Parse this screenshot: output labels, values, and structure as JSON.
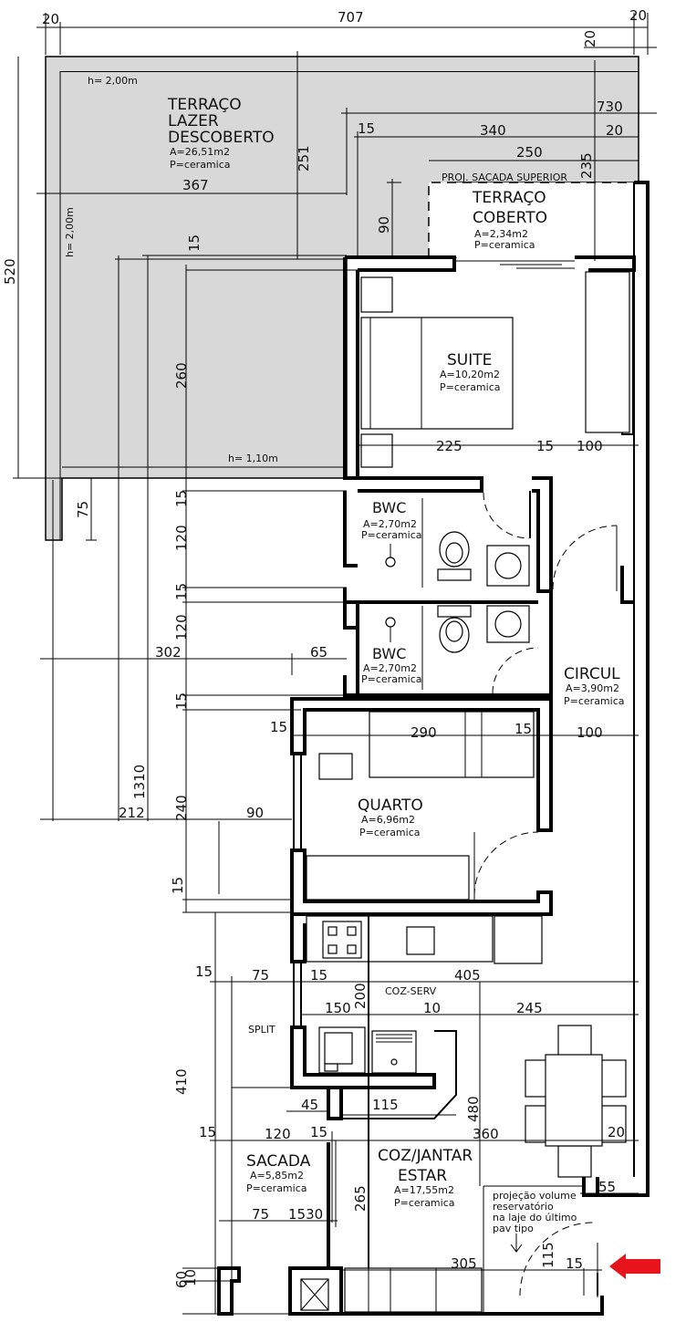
{
  "dimensions": {
    "top_20_left": "20",
    "top_707": "707",
    "top_20_right": "20",
    "right_20_top": "20",
    "d730": "730",
    "d15_a": "15",
    "d340": "340",
    "d20_b": "20",
    "d250": "250",
    "d235": "235",
    "d367": "367",
    "d251": "251",
    "d90_a": "90",
    "d15_b": "15",
    "d520": "520",
    "d260": "260",
    "d225": "225",
    "d15_c": "15",
    "d100_a": "100",
    "d75_a": "75",
    "d15_d": "15",
    "d120_a": "120",
    "d15_e": "15",
    "d120_b": "120",
    "d302": "302",
    "d65": "65",
    "d15_f": "15",
    "d15_g": "15",
    "d290": "290",
    "d15_h": "15",
    "d100_b": "100",
    "d1310": "1310",
    "d212": "212",
    "d240": "240",
    "d90_b": "90",
    "d15_i": "15",
    "d15_j": "15",
    "d75_b": "75",
    "d15_k": "15",
    "d405": "405",
    "d200": "200",
    "d150": "150",
    "d10": "10",
    "d245": "245",
    "d410": "410",
    "d45": "45",
    "d115_a": "115",
    "d480": "480",
    "d15_l": "15",
    "d120_c": "120",
    "d15_m": "15",
    "d360": "360",
    "d20_c": "20",
    "d55": "55",
    "d265": "265",
    "d75_c": "75",
    "d1530": "1530",
    "d10_b": "10",
    "d60": "60",
    "d305": "305",
    "d115_b": "115",
    "d15_n": "15"
  },
  "labels": {
    "h_200_top": "h= 2,00m",
    "h_200_side": "h= 2,00m",
    "h_110": "h= 1,10m",
    "proj_sacada": "PROJ. SACADA SUPERIOR",
    "coz_serv": "COZ-SERV",
    "split": "SPLIT",
    "proj_line1": "projeção volume",
    "proj_line2": "reservatório",
    "proj_line3": "na laje do último",
    "proj_line4": "pav tipo"
  },
  "rooms": {
    "terraco_lazer": {
      "line1": "TERRAÇO",
      "line2": "LAZER",
      "line3": "DESCOBERTO",
      "area": "A=26,51m2",
      "floor": "P=ceramica"
    },
    "terraco_coberto": {
      "line1": "TERRAÇO",
      "line2": "COBERTO",
      "area": "A=2,34m2",
      "floor": "P=ceramica"
    },
    "suite": {
      "name": "SUITE",
      "area": "A=10,20m2",
      "floor": "P=ceramica"
    },
    "bwc1": {
      "name": "BWC",
      "area": "A=2,70m2",
      "floor": "P=ceramica"
    },
    "bwc2": {
      "name": "BWC",
      "area": "A=2,70m2",
      "floor": "P=ceramica"
    },
    "circul": {
      "name": "CIRCUL",
      "area": "A=3,90m2",
      "floor": "P=ceramica"
    },
    "quarto": {
      "name": "QUARTO",
      "area": "A=6,96m2",
      "floor": "P=ceramica"
    },
    "sacada": {
      "name": "SACADA",
      "area": "A=5,85m2",
      "floor": "P=ceramica"
    },
    "coz_jantar": {
      "line1": "COZ/JANTAR",
      "line2": "ESTAR",
      "area": "A=17,55m2",
      "floor": "P=ceramica"
    }
  },
  "colors": {
    "terrace_fill": "#d8d8d8",
    "entry_arrow": "#e8141b"
  },
  "icons": [
    "entry-arrow-icon",
    "stove-icon",
    "sink-icon",
    "toilet-icon",
    "washbasin-icon",
    "microwave-icon",
    "washing-machine-icon"
  ]
}
